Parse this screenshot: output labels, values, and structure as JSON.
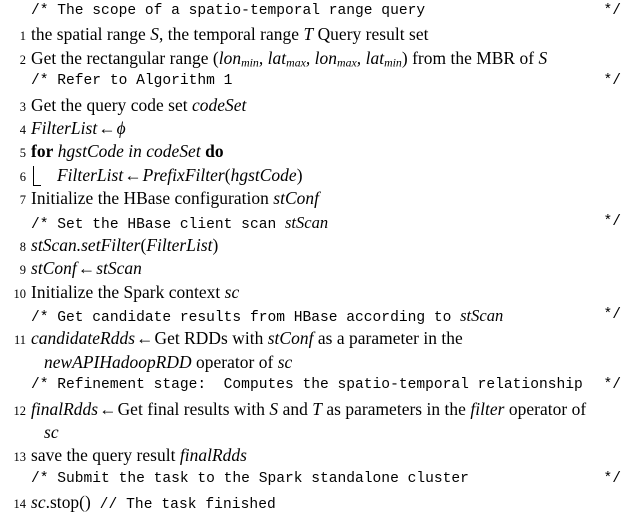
{
  "algorithm": {
    "font_color": "#000000",
    "background": "#ffffff",
    "lines": [
      {
        "kind": "comment",
        "number": "",
        "text": "/* The scope of a spatio-temporal range query",
        "end": "*/"
      },
      {
        "kind": "statement",
        "number": "1",
        "text_parts": [
          "the spatial range ",
          "S",
          ", the temporal range ",
          "T",
          " Query result set"
        ]
      },
      {
        "kind": "statement",
        "number": "2",
        "text_parts": [
          "Get the rectangular range (",
          "lon",
          "min",
          ", ",
          "lat",
          "max",
          ", ",
          "lon",
          "max",
          ", ",
          "lat",
          "min",
          ") from the MBR of ",
          "S"
        ]
      },
      {
        "kind": "comment",
        "number": "",
        "text": "/* Refer to Algorithm 1",
        "end": "*/"
      },
      {
        "kind": "statement",
        "number": "3",
        "text_parts": [
          "Get the query code set ",
          "codeSet"
        ]
      },
      {
        "kind": "statement",
        "number": "4",
        "text_parts": [
          "FilterList",
          " ← ",
          "ϕ"
        ]
      },
      {
        "kind": "statement",
        "number": "5",
        "text_parts": [
          "for",
          " ",
          "hgstCode in codeSet",
          " ",
          "do"
        ]
      },
      {
        "kind": "statement",
        "number": "6",
        "text_parts": [
          "FilterList",
          " ← ",
          "PrefixFilter",
          "(",
          "hgstCode",
          ")"
        ]
      },
      {
        "kind": "statement",
        "number": "7",
        "text_parts": [
          "Initialize the HBase configuration ",
          "stConf"
        ]
      },
      {
        "kind": "comment",
        "number": "",
        "text": "/* Set the HBase client scan ",
        "italic": "stScan",
        "end": "*/"
      },
      {
        "kind": "statement",
        "number": "8",
        "text_parts": [
          "stScan.setFilter",
          "(",
          "FilterList",
          ")"
        ]
      },
      {
        "kind": "statement",
        "number": "9",
        "text_parts": [
          "stConf",
          " ← ",
          "stScan"
        ]
      },
      {
        "kind": "statement",
        "number": "10",
        "text_parts": [
          "Initialize the Spark context ",
          "sc"
        ]
      },
      {
        "kind": "comment",
        "number": "",
        "text": "/* Get candidate results from HBase according to ",
        "italic": "stScan",
        "end": "*/"
      },
      {
        "kind": "statement",
        "number": "11",
        "text_parts": [
          "candidateRdds",
          " ← ",
          "Get RDDs with ",
          "stConf",
          " as a parameter in the"
        ]
      },
      {
        "kind": "continuation",
        "number": "",
        "text_parts": [
          "newAPIHadoopRDD",
          " operator of ",
          "sc"
        ]
      },
      {
        "kind": "comment",
        "number": "",
        "text": "/* Refinement stage:  Computes the spatio-temporal relationship",
        "end": "*/"
      },
      {
        "kind": "statement",
        "number": "12",
        "text_parts": [
          "finalRdds",
          " ← ",
          "Get final results with ",
          "S",
          " and ",
          "T",
          " as parameters in the ",
          "filter",
          " operator of"
        ]
      },
      {
        "kind": "continuation",
        "number": "",
        "text_parts": [
          "sc"
        ]
      },
      {
        "kind": "statement",
        "number": "13",
        "text_parts": [
          "save the query result ",
          "finalRdds"
        ]
      },
      {
        "kind": "comment",
        "number": "",
        "text": "/* Submit the task to the Spark standalone cluster",
        "end": "*/"
      },
      {
        "kind": "statement",
        "number": "14",
        "text_parts": [
          "sc",
          ".stop()",
          " // The task finished"
        ]
      }
    ],
    "numbers": {
      "n1": "1",
      "n2": "2",
      "n3": "3",
      "n4": "4",
      "n5": "5",
      "n6": "6",
      "n7": "7",
      "n8": "8",
      "n9": "9",
      "n10": "10",
      "n11": "11",
      "n12": "12",
      "n13": "13",
      "n14": "14"
    },
    "comment_markers": {
      "open": "/*",
      "close": "*/"
    },
    "text": {
      "c1": "/* The scope of a spatio-temporal range query",
      "l1_a": "the spatial range ",
      "l1_S": "S",
      "l1_b": ", the temporal range ",
      "l1_T": "T",
      "l1_c": " Query result set",
      "l2_a": "Get the rectangular range (",
      "l2_lon1": "lon",
      "l2_sub1": "min",
      "l2_c1": ", ",
      "l2_lat1": "lat",
      "l2_sub2": "max",
      "l2_c2": ", ",
      "l2_lon2": "lon",
      "l2_sub3": "max",
      "l2_c3": ", ",
      "l2_lat2": "lat",
      "l2_sub4": "min",
      "l2_b": ") from the MBR of ",
      "l2_S": "S",
      "c2": "/* Refer to Algorithm 1",
      "l3_a": "Get the query code set ",
      "l3_id": "codeSet",
      "l4_id": "FilterList",
      "l4_arrow": "←",
      "l4_phi": "ϕ",
      "l5_for": "for",
      "l5_mid": "hgstCode in codeSet",
      "l5_do": "do",
      "l6_id1": "FilterList",
      "l6_arrow": "←",
      "l6_id2": "PrefixFilter",
      "l6_open": "(",
      "l6_id3": "hgstCode",
      "l6_close": ")",
      "l7_a": "Initialize the HBase configuration ",
      "l7_id": "stConf",
      "c3_a": "/* Set the HBase client scan ",
      "c3_it": "stScan",
      "l8_id": "stScan.setFilter",
      "l8_open": "(",
      "l8_id2": "FilterList",
      "l8_close": ")",
      "l9_id1": "stConf",
      "l9_arrow": "←",
      "l9_id2": "stScan",
      "l10_a": "Initialize the Spark context ",
      "l10_id": "sc",
      "c4_a": "/* Get candidate results from HBase according to ",
      "c4_it": "stScan",
      "l11_id": "candidateRdds",
      "l11_arrow": "←",
      "l11_a": "Get RDDs with ",
      "l11_id2": "stConf",
      "l11_b": " as a parameter in the",
      "l11c_id": "newAPIHadoopRDD",
      "l11c_a": " operator of ",
      "l11c_id2": "sc",
      "c5": "/* Refinement stage:  Computes the spatio-temporal relationship",
      "l12_id": "finalRdds",
      "l12_arrow": "←",
      "l12_a": "Get final results with ",
      "l12_S": "S",
      "l12_b": " and ",
      "l12_T": "T",
      "l12_c": " as parameters in the ",
      "l12_filter": "filter",
      "l12_d": " operator of",
      "l12c_id": "sc",
      "l13_a": "save the query result ",
      "l13_id": "finalRdds",
      "c6": "/* Submit the task to the Spark standalone cluster",
      "l14_id": "sc",
      "l14_a": ".stop()",
      "l14_b": " // The task finished"
    }
  }
}
